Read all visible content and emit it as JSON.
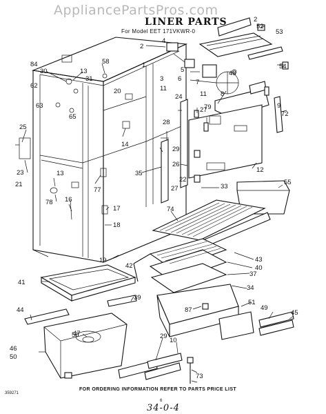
{
  "watermark": "AppliancePartsPros.com",
  "title": "LINER PARTS",
  "model_line": "For Model EET 171VKWR-0",
  "footer_note": "FOR ORDERING INFORMATION REFER TO PARTS PRICE LIST",
  "code": "359271",
  "page_number": "6",
  "handwritten": "34-0-4",
  "callouts": [
    "2",
    "52",
    "53",
    "2",
    "4",
    "54",
    "84",
    "30",
    "13",
    "31",
    "58",
    "1",
    "3",
    "5",
    "6",
    "48",
    "62",
    "63",
    "65",
    "20",
    "11",
    "7",
    "24",
    "11",
    "8",
    "9",
    "27",
    "79",
    "72",
    "25",
    "28",
    "29",
    "14",
    "26",
    "12",
    "23",
    "21",
    "13",
    "77",
    "35",
    "22",
    "27",
    "33",
    "55",
    "78",
    "16",
    "17",
    "18",
    "74",
    "19",
    "42",
    "43",
    "40",
    "41",
    "37",
    "34",
    "44",
    "39",
    "50",
    "87",
    "51",
    "49",
    "45",
    "46",
    "50",
    "47",
    "29",
    "10",
    "73"
  ]
}
